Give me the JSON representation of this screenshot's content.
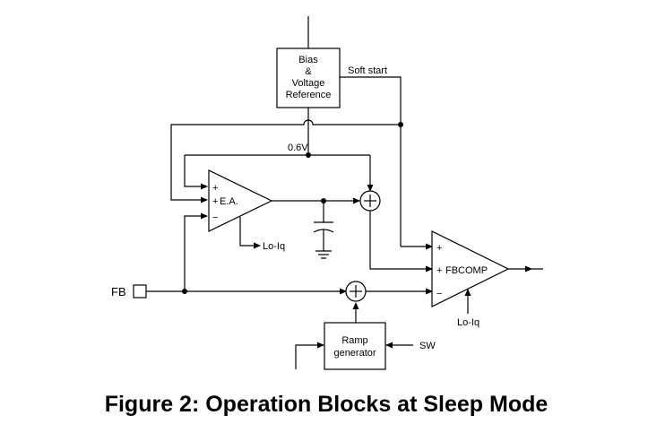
{
  "blocks": {
    "bias": [
      "Bias",
      "&",
      "Voltage",
      "Reference"
    ],
    "ramp": [
      "Ramp",
      "generator"
    ]
  },
  "labels": {
    "soft_start": "Soft start",
    "vref": "0.6V",
    "ea": "E.A.",
    "ea_plus1": "+",
    "ea_plus2": "+",
    "ea_minus": "−",
    "ea_loiq": "Lo-Iq",
    "fbcomp": "FBCOMP",
    "fbcomp_plus1": "+",
    "fbcomp_plus2": "+",
    "fbcomp_minus": "−",
    "fbcomp_loiq": "Lo-Iq",
    "fb": "FB",
    "sw": "SW"
  },
  "caption": "Figure 2: Operation Blocks at Sleep Mode"
}
